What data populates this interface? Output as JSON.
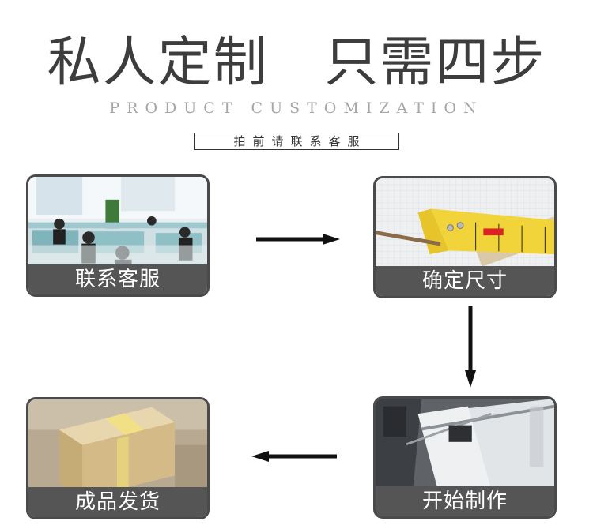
{
  "header": {
    "title": "私人定制   只需四步",
    "subtitle": "PRODUCT CUSTOMIZATION",
    "contact_note": "拍前请联系客服"
  },
  "steps": [
    {
      "label": "联系客服"
    },
    {
      "label": "确定尺寸"
    },
    {
      "label": "开始制作"
    },
    {
      "label": "成品发货"
    }
  ],
  "colors": {
    "title": "#3d3d3d",
    "subtitle": "#a6a6a6",
    "label_bar": "#555555",
    "card_border": "#4a4a4a",
    "arrow": "#111111"
  },
  "icons": [
    "arrow-right",
    "arrow-down",
    "arrow-left"
  ]
}
